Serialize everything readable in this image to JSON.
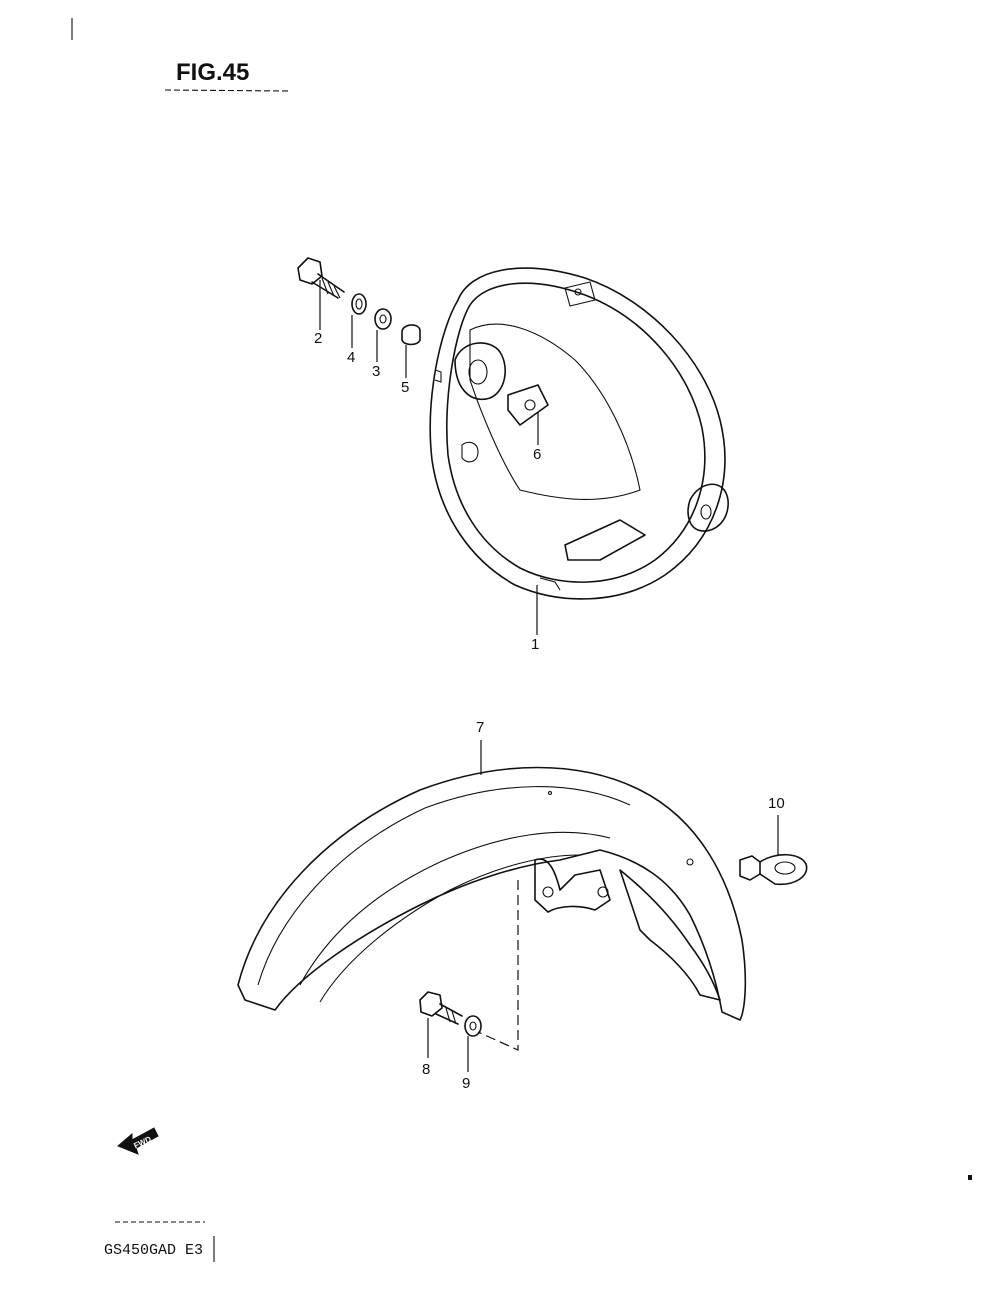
{
  "header": {
    "figure_title": "FIG.45"
  },
  "footer": {
    "model_code": "GS450GAD E3"
  },
  "direction_marker": {
    "label": "FWD",
    "icon": "forward-arrow-icon"
  },
  "callouts": {
    "c1": "1",
    "c2": "2",
    "c3": "3",
    "c4": "4",
    "c5": "5",
    "c6": "6",
    "c7": "7",
    "c8": "8",
    "c9": "9",
    "c10": "10"
  }
}
